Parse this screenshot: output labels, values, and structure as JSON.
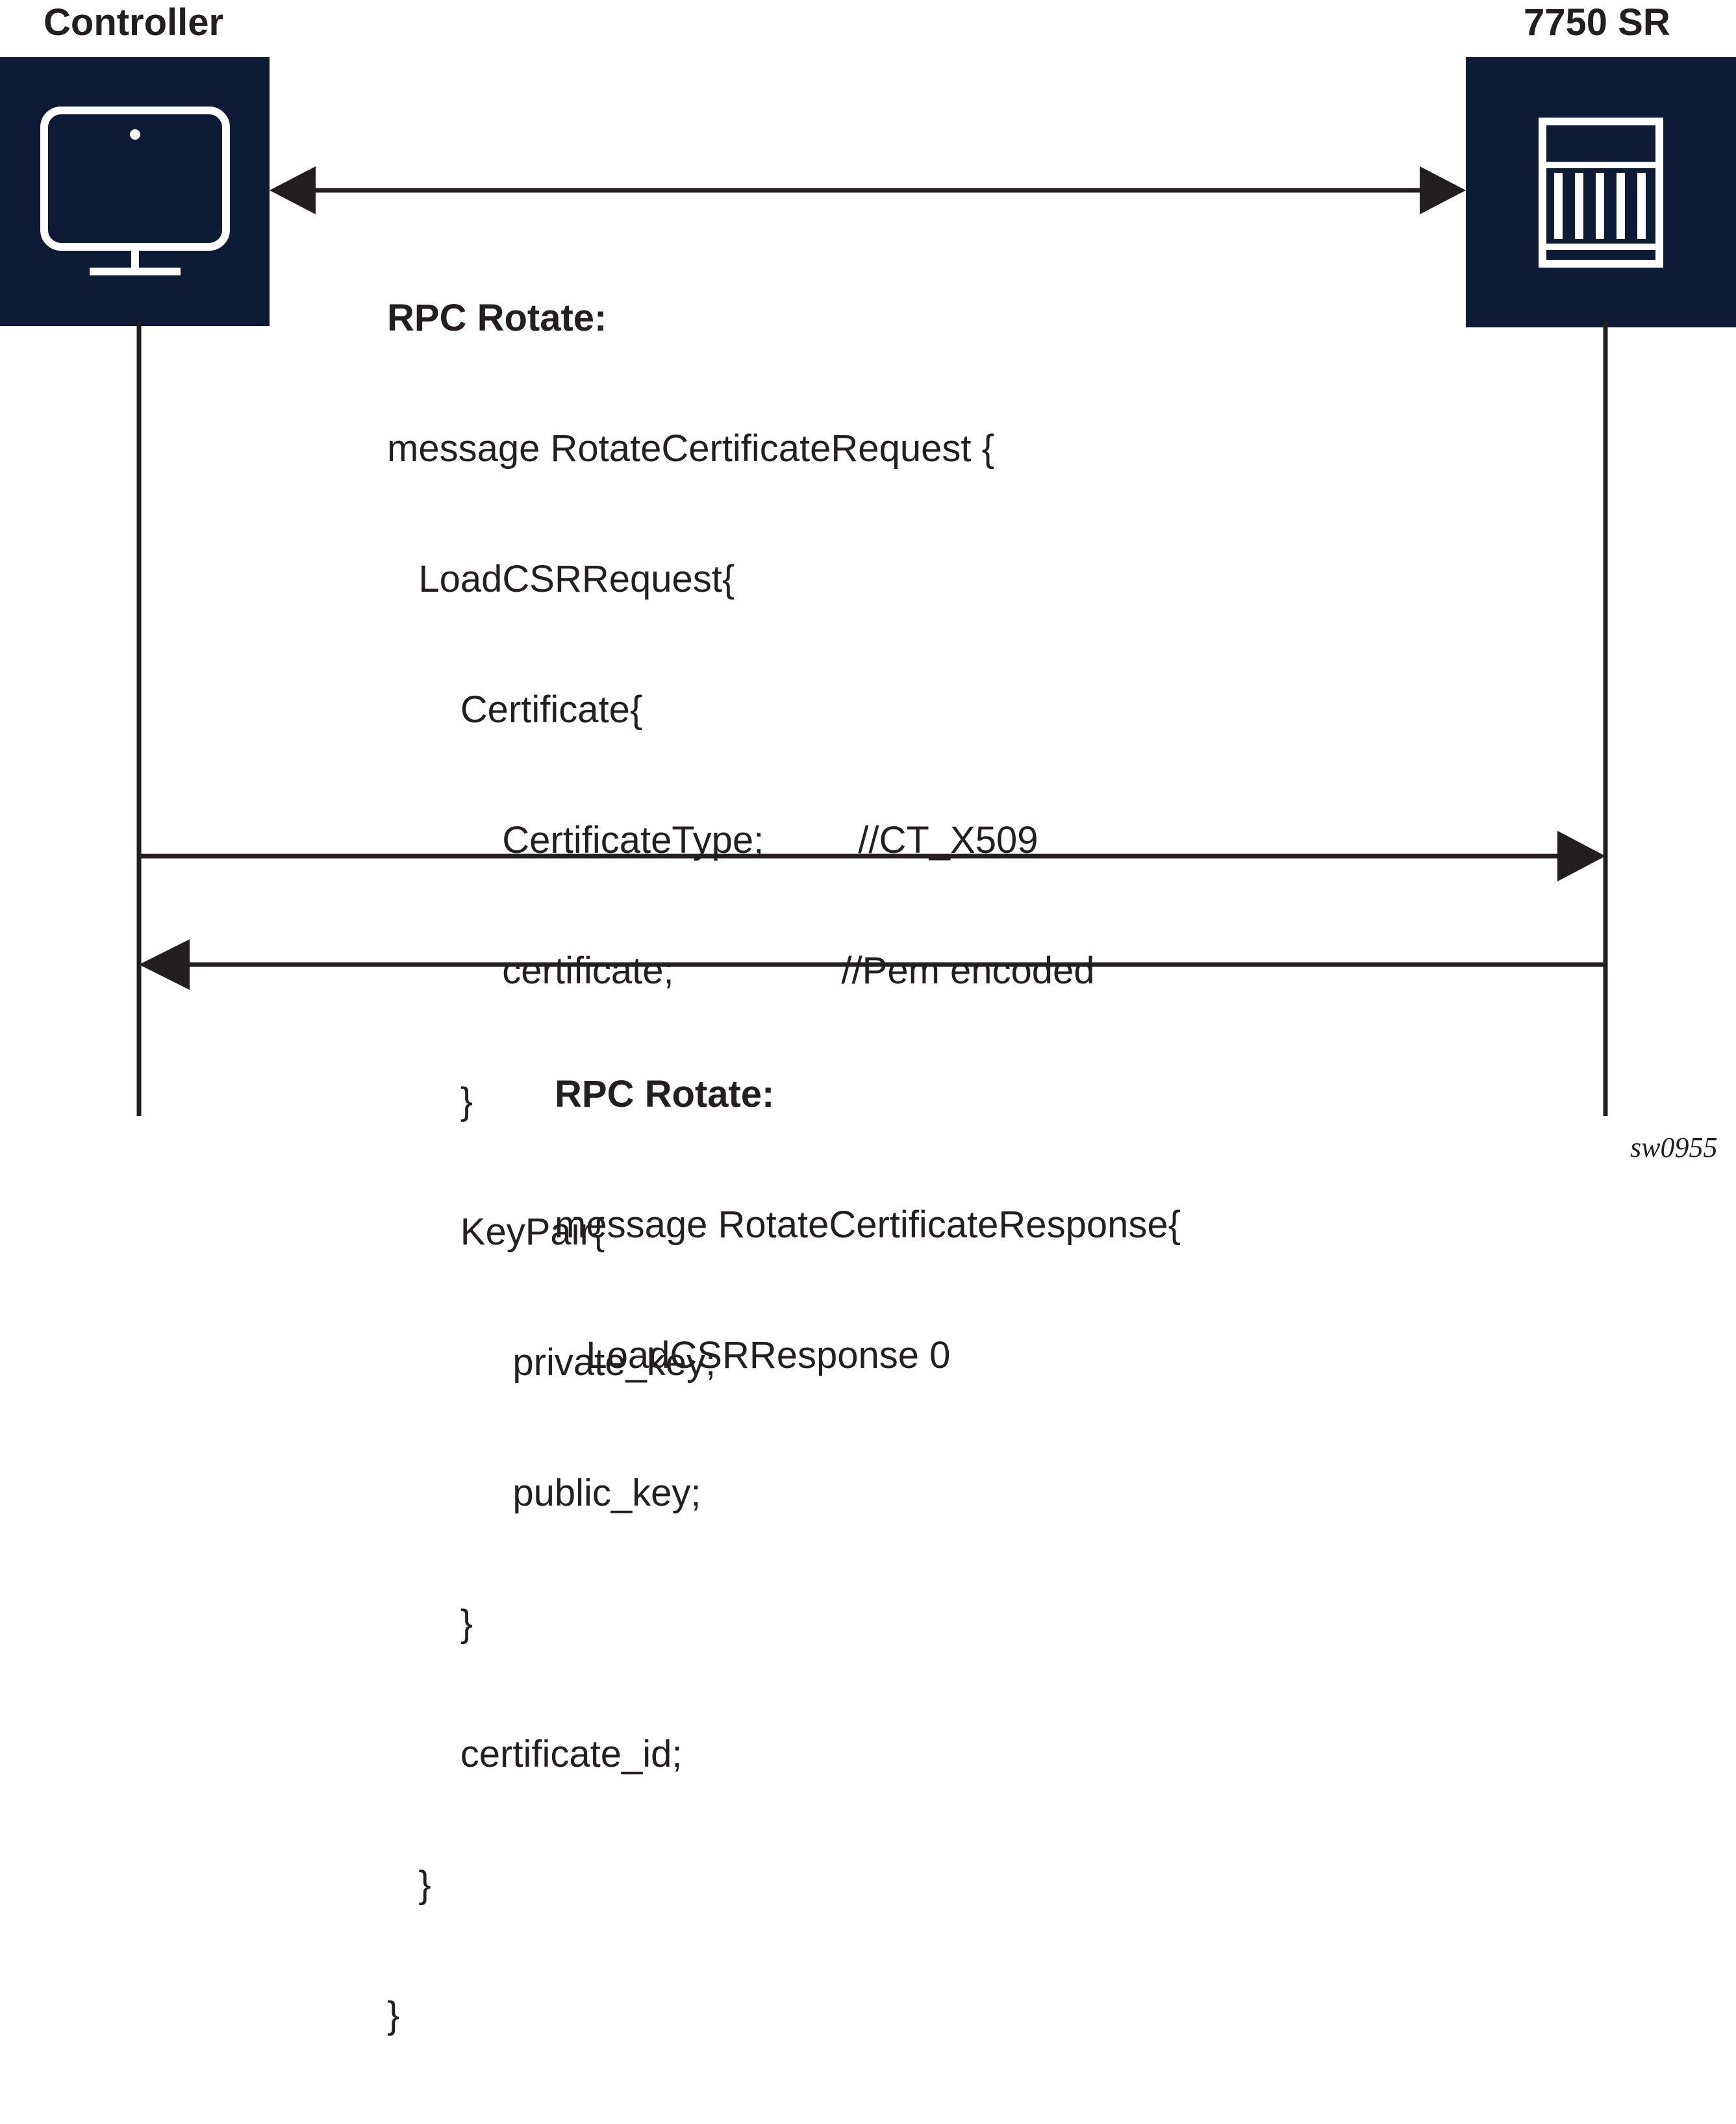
{
  "actors": {
    "controller": {
      "label": "Controller",
      "icon": "monitor-icon"
    },
    "router": {
      "label": "7750 SR",
      "icon": "router-chassis-icon"
    }
  },
  "messages": {
    "request": {
      "title": "RPC Rotate:",
      "lines": [
        "message RotateCertificateRequest {",
        "   LoadCSRRequest{",
        "       Certificate{",
        "           CertificateType;         //CT_X509",
        "           certificate;                //Pem encoded",
        "       }",
        "       KeyPair{",
        "            private_key;",
        "            public_key;",
        "       }",
        "       certificate_id;",
        "   }",
        "}"
      ]
    },
    "response": {
      "title": "RPC Rotate:",
      "lines": [
        "message RotateCertificateResponse{",
        "   LoadCSRResponse 0"
      ]
    }
  },
  "figure_id": "sw0955",
  "colors": {
    "box_fill": "#0d1b37",
    "line": "#231f20",
    "icon_stroke": "#ffffff"
  }
}
